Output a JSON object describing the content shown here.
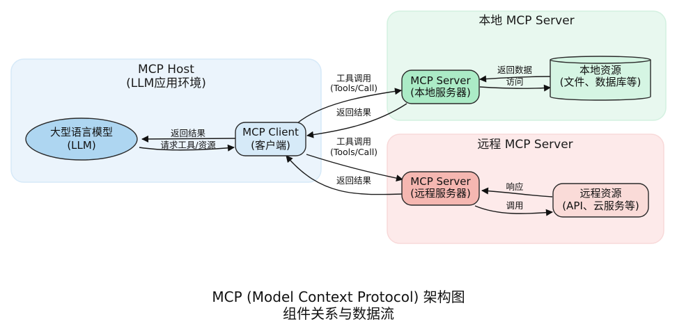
{
  "diagram": {
    "title_lines": [
      "MCP (Model Context Protocol) 架构图",
      "组件关系与数据流"
    ],
    "clusters": {
      "host": {
        "label_lines": [
          "MCP Host",
          "(LLM应用环境)"
        ],
        "fill": "#ebf4fc",
        "stroke": "#d6e9f8"
      },
      "local": {
        "label_lines": [
          "本地 MCP Server"
        ],
        "fill": "#e8f8ef",
        "stroke": "#d3f1e0"
      },
      "remote": {
        "label_lines": [
          "远程 MCP Server"
        ],
        "fill": "#fdeaea",
        "stroke": "#f8d9d9"
      }
    },
    "nodes": {
      "llm": {
        "shape": "ellipse",
        "label_lines": [
          "大型语言模型",
          "(LLM)"
        ],
        "fill": "#aed6f1"
      },
      "client": {
        "shape": "rounded-rect",
        "label_lines": [
          "MCP Client",
          "(客户端)"
        ],
        "fill": "#d6eaf8"
      },
      "local_server": {
        "shape": "rounded-rect",
        "label_lines": [
          "MCP Server",
          "(本地服务器)"
        ],
        "fill": "#abebc6"
      },
      "local_resource": {
        "shape": "cylinder",
        "label_lines": [
          "本地资源",
          "(文件、数据库等)"
        ],
        "fill": "#d5f5e3"
      },
      "remote_server": {
        "shape": "rounded-rect",
        "label_lines": [
          "MCP Server",
          "(远程服务器)"
        ],
        "fill": "#f5b7b1"
      },
      "remote_resource": {
        "shape": "rounded-rect",
        "label_lines": [
          "远程资源",
          "(API、云服务等)"
        ],
        "fill": "#fadbd8"
      }
    },
    "edges": [
      {
        "from": "client",
        "to": "llm",
        "label_lines": [
          "返回结果"
        ]
      },
      {
        "from": "llm",
        "to": "client",
        "label_lines": [
          "请求工具/资源"
        ]
      },
      {
        "from": "client",
        "to": "local_server",
        "label_lines": [
          "工具调用",
          "(Tools/Call)"
        ]
      },
      {
        "from": "local_server",
        "to": "client",
        "label_lines": [
          "返回结果"
        ]
      },
      {
        "from": "client",
        "to": "remote_server",
        "label_lines": [
          "工具调用",
          "(Tools/Call)"
        ]
      },
      {
        "from": "remote_server",
        "to": "client",
        "label_lines": [
          "返回结果"
        ]
      },
      {
        "from": "local_resource",
        "to": "local_server",
        "label_lines": [
          "返回数据"
        ]
      },
      {
        "from": "local_server",
        "to": "local_resource",
        "label_lines": [
          "访问"
        ]
      },
      {
        "from": "remote_resource",
        "to": "remote_server",
        "label_lines": [
          "响应"
        ]
      },
      {
        "from": "remote_server",
        "to": "remote_resource",
        "label_lines": [
          "调用"
        ]
      }
    ]
  }
}
